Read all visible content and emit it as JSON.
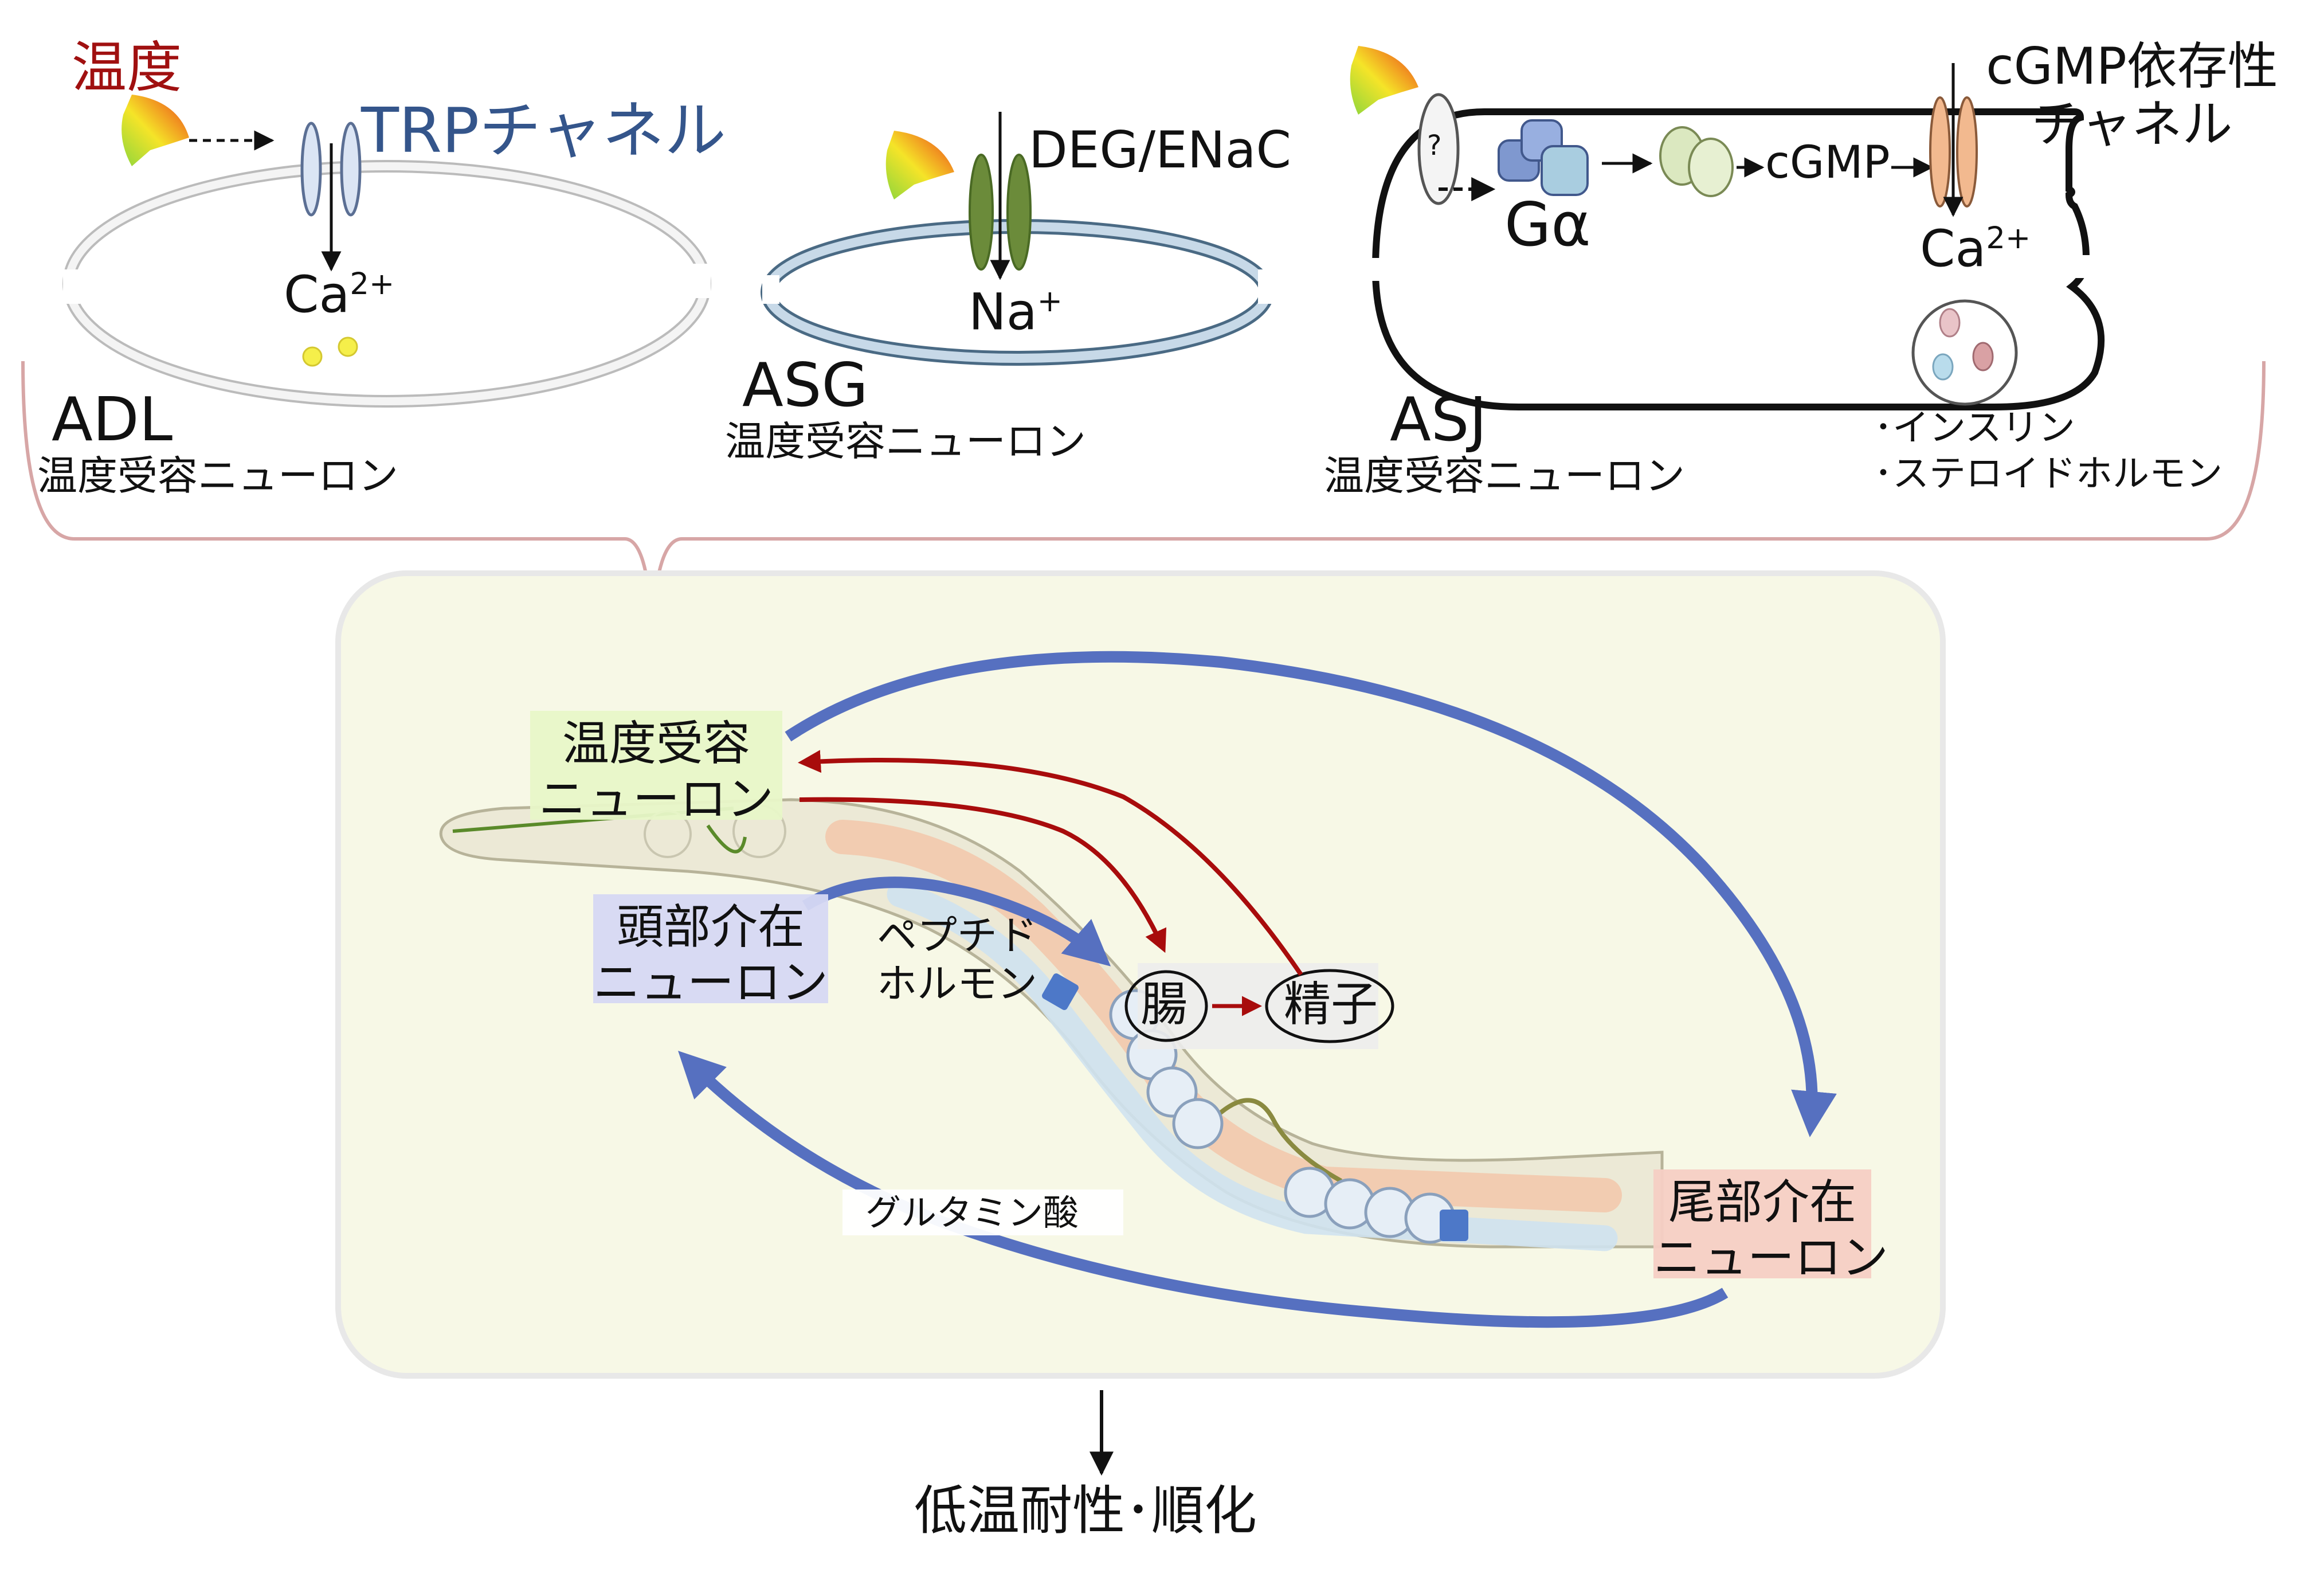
{
  "top": {
    "temperature_label": "温度",
    "trp_label": "TRPチャネル",
    "adl": {
      "name": "ADL",
      "ion": "Ca",
      "charge": "2+",
      "type": "温度受容ニューロン"
    },
    "asg": {
      "name": "ASG",
      "channel": "DEG/ENaC",
      "ion": "Na",
      "charge": "+",
      "type": "温度受容ニューロン"
    },
    "asj": {
      "name": "ASJ",
      "unknown": "?",
      "galpha": "Gα",
      "cgmp": "cGMP",
      "channel_line1": "cGMP依存性",
      "channel_line2": "チャネル",
      "ion": "Ca",
      "charge": "2+",
      "type": "温度受容ニューロン",
      "secretions": [
        "･インスリン",
        "･ステロイドホルモン"
      ]
    }
  },
  "worm": {
    "thermo_neuron_line1": "温度受容",
    "thermo_neuron_line2": "ニューロン",
    "head_inter_line1": "頭部介在",
    "head_inter_line2": "ニューロン",
    "peptide_line1": "ペプチド",
    "peptide_line2": "ホルモン",
    "gut": "腸",
    "sperm": "精子",
    "tail_inter_line1": "尾部介在",
    "tail_inter_line2": "ニューロン",
    "glutamate": "グルタミン酸"
  },
  "outcome": "低温耐性･順化",
  "colors": {
    "thermo_red": "#a01010",
    "trp_blue": "#34558b",
    "pathway_blue": "#5670c0",
    "pathway_red": "#a80c0c",
    "panel_bg": "#f7f8e6"
  }
}
